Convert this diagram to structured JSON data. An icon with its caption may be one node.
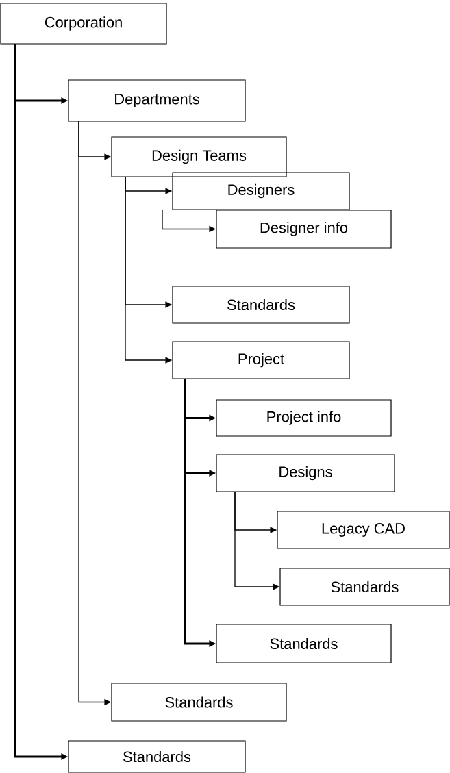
{
  "diagram": {
    "nodes": [
      {
        "text": [
          "Corporation"
        ]
      },
      {
        "text": [
          "Departments"
        ]
      },
      {
        "text": [
          "Design Teams"
        ]
      },
      {
        "text": [
          "Designers"
        ]
      },
      {
        "text": [
          "Designer info"
        ]
      },
      {
        "text": [
          "Standards"
        ]
      },
      {
        "text": [
          "Project"
        ]
      },
      {
        "text": [
          "Project info"
        ]
      },
      {
        "text": [
          "Designs"
        ]
      },
      {
        "text": [
          "Legacy CAD"
        ]
      },
      {
        "text": [
          "Standards"
        ]
      },
      {
        "text": [
          "Standards"
        ]
      },
      {
        "text": [
          "Standards"
        ]
      },
      {
        "text": [
          "Standards"
        ]
      }
    ],
    "edges": [
      {
        "from": 0,
        "to": 1,
        "arrow": "to",
        "style": "thick"
      },
      {
        "from": 1,
        "to": 2,
        "arrow": "to"
      },
      {
        "from": 2,
        "to": 3,
        "arrow": "to"
      },
      {
        "from": 3,
        "to": 4,
        "arrow": "to"
      },
      {
        "from": 2,
        "to": 5,
        "arrow": "to"
      },
      {
        "from": 2,
        "to": 6,
        "arrow": "to"
      },
      {
        "from": 6,
        "to": 7,
        "arrow": "to",
        "style": "thick"
      },
      {
        "from": 6,
        "to": 8,
        "arrow": "to",
        "style": "thick"
      },
      {
        "from": 8,
        "to": 9,
        "arrow": "to"
      },
      {
        "from": 8,
        "to": 10,
        "arrow": "to"
      },
      {
        "from": 6,
        "to": 11,
        "arrow": "to",
        "style": "thick"
      },
      {
        "from": 1,
        "to": 12,
        "arrow": "to"
      },
      {
        "from": 0,
        "to": 13,
        "arrow": "to",
        "style": "thick"
      }
    ]
  }
}
